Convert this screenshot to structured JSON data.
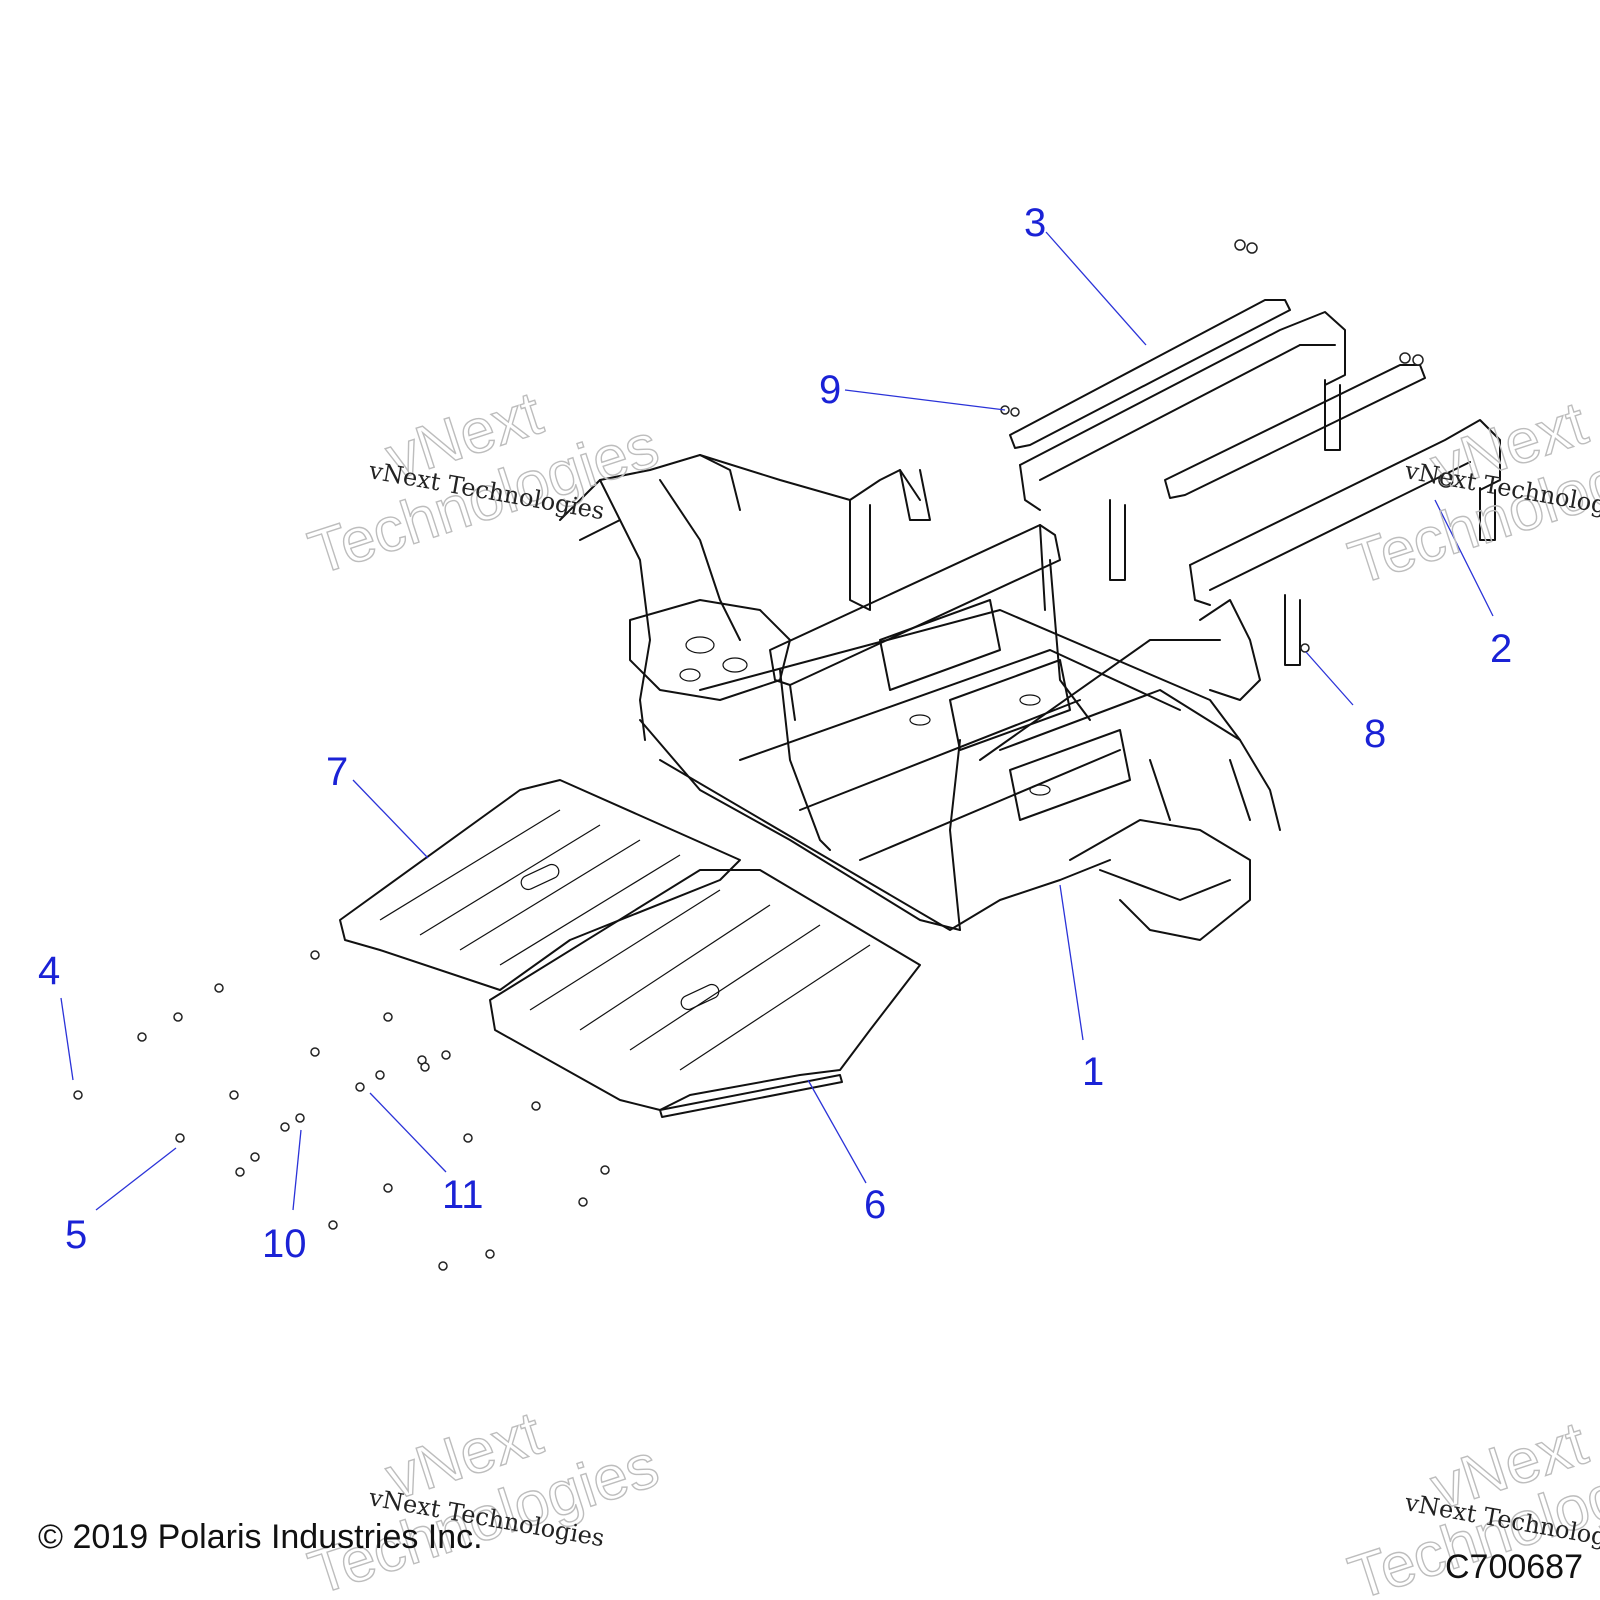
{
  "callouts": [
    {
      "num": "1"
    },
    {
      "num": "2"
    },
    {
      "num": "3"
    },
    {
      "num": "4"
    },
    {
      "num": "5"
    },
    {
      "num": "6"
    },
    {
      "num": "7"
    },
    {
      "num": "8"
    },
    {
      "num": "9"
    },
    {
      "num": "10"
    },
    {
      "num": "11"
    }
  ],
  "watermarks": {
    "brand_line": "vNext Technologies",
    "big_word_1": "vNext",
    "big_word_2": "Technologies"
  },
  "footer": {
    "copyright": "© 2019 Polaris Industries Inc.",
    "figure_code": "C700687"
  },
  "colors": {
    "callout": "#1a22d6",
    "linework": "#111111",
    "watermark": "#bdbdbd"
  }
}
